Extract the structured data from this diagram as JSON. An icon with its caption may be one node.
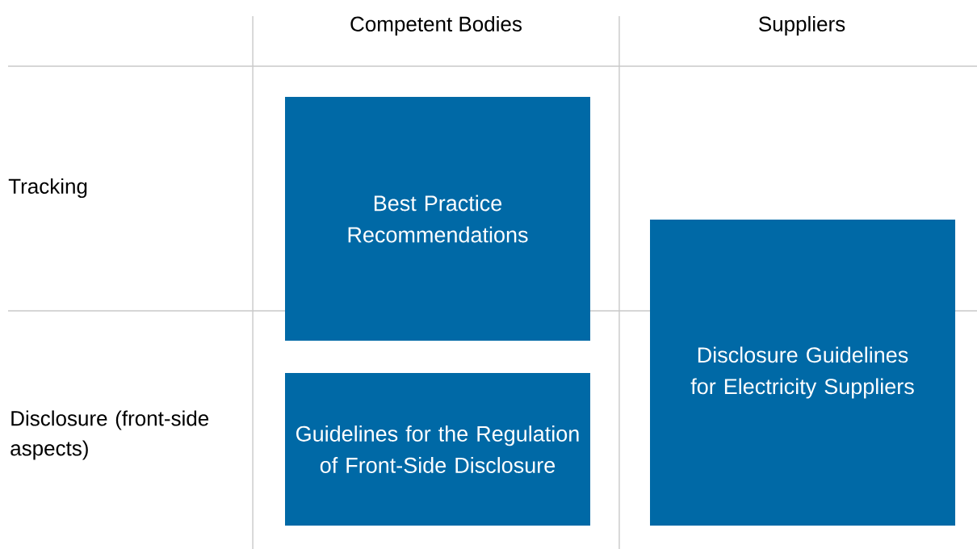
{
  "diagram": {
    "nodes": [
      {
        "text": [
          "Best Practice Recommendations"
        ]
      },
      {
        "text": [
          "Guidelines for the Regulation of Front-Side Disclosure"
        ]
      },
      {
        "text": [
          "Disclosure Guidelines for Electricity Suppliers"
        ]
      }
    ],
    "labels": [
      "Competent Bodies",
      "Suppliers",
      "Tracking",
      "Disclosure (front-side aspects)"
    ]
  }
}
